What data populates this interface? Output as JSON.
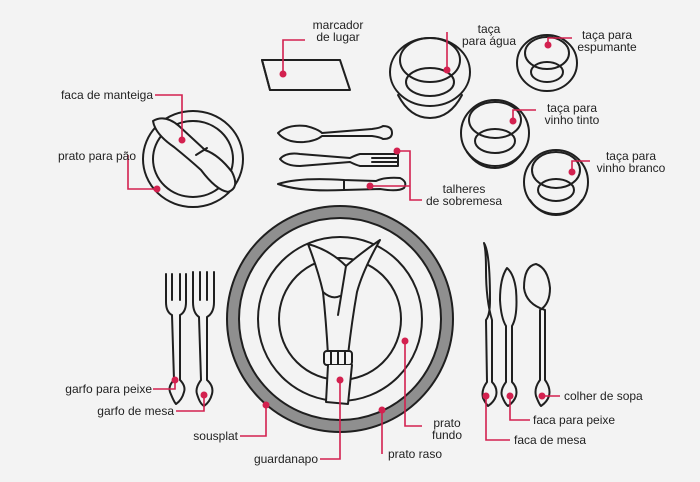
{
  "colors": {
    "background": "#f3f3f3",
    "line": "#1f1f1f",
    "accent": "#d3214f",
    "sousplat_fill": "#8f8f8f"
  },
  "labels": {
    "marcador_de_lugar": [
      "marcador",
      "de lugar"
    ],
    "taca_para_agua": [
      "taça",
      "para água"
    ],
    "taca_para_espumante": [
      "taça para",
      "espumante"
    ],
    "taca_para_vinho_tinto": [
      "taça para",
      "vinho tinto"
    ],
    "taca_para_vinho_branco": [
      "taça para",
      "vinho branco"
    ],
    "faca_de_manteiga": "faca de manteiga",
    "prato_para_pao": "prato para pão",
    "talheres_de_sobremesa": [
      "talheres",
      "de sobremesa"
    ],
    "garfo_para_peixe": "garfo para peixe",
    "garfo_de_mesa": "garfo de mesa",
    "sousplat": "sousplat",
    "guardanapo": "guardanapo",
    "prato_raso": "prato raso",
    "prato_fundo": [
      "prato",
      "fundo"
    ],
    "faca_de_mesa": "faca de mesa",
    "faca_para_peixe": "faca para peixe",
    "colher_de_sopa": "colher de sopa"
  }
}
